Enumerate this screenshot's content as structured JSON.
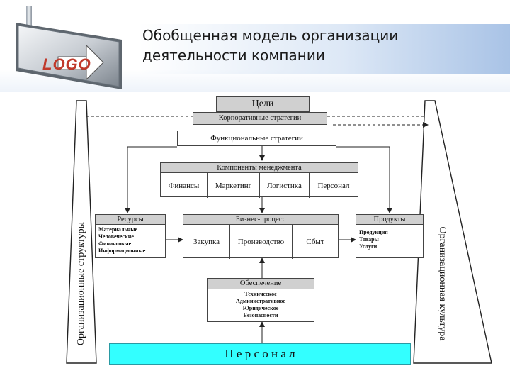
{
  "header": {
    "logo_text": "LOGO",
    "title_line1": "Обобщенная модель организации",
    "title_line2": "деятельности компании"
  },
  "diagram": {
    "goals": "Цели",
    "corporate_strategy": "Корпоративные стратегии",
    "functional_strategies": "Функциональные стратегии",
    "management_components": {
      "title": "Компоненты менеджмента",
      "items": [
        "Финансы",
        "Маркетинг",
        "Логистика",
        "Персонал"
      ]
    },
    "resources": {
      "title": "Ресурсы",
      "items": [
        "Материальные",
        "Человеческие",
        "Финансовые",
        "Информационные"
      ]
    },
    "business_process": {
      "title": "Бизнес-процесс",
      "items": [
        "Закупка",
        "Производство",
        "Сбыт"
      ]
    },
    "products": {
      "title": "Продукты",
      "items": [
        "Продукция",
        "Товары",
        "Услуги"
      ]
    },
    "support": {
      "title": "Обеспечение",
      "items": [
        "Техническое",
        "Административное",
        "Юридическое",
        "Безопасности"
      ]
    },
    "personnel_bar": "П е р с о н а л",
    "left_side_label": "Организационные структуры",
    "right_side_label": "Организационная культура"
  },
  "colors": {
    "header_gray": "#d0d0d0",
    "personnel_cyan": "#33ffff",
    "logo_red": "#c0392b"
  }
}
